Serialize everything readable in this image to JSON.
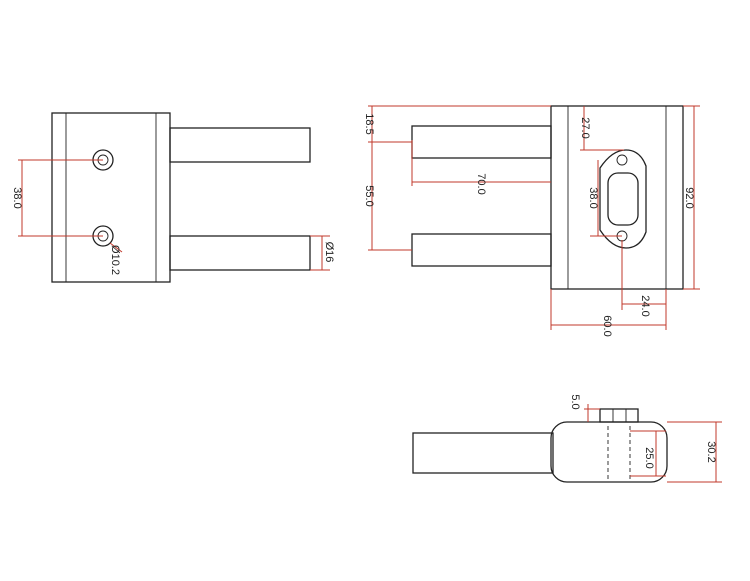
{
  "drawing": {
    "colors": {
      "outline": "#222222",
      "dimension": "#c0392b",
      "background": "#ffffff"
    },
    "front_view": {
      "dimensions": {
        "hole_spacing": "38.0",
        "hole_diameter": "Ø10.2",
        "rod_diameter": "Ø16"
      }
    },
    "side_view": {
      "dimensions": {
        "top_offset": "18.5",
        "rod_spacing": "55.0",
        "rod_length": "70.0",
        "flange_hole_offset": "27.0",
        "flange_hole_spacing": "38.0",
        "height": "92.0",
        "flange_hole_depth": "24.0",
        "overall_depth": "60.0"
      }
    },
    "bottom_view": {
      "dimensions": {
        "flange_thickness": "5.0",
        "bore_width": "25.0",
        "block_thickness": "30.2"
      }
    }
  }
}
